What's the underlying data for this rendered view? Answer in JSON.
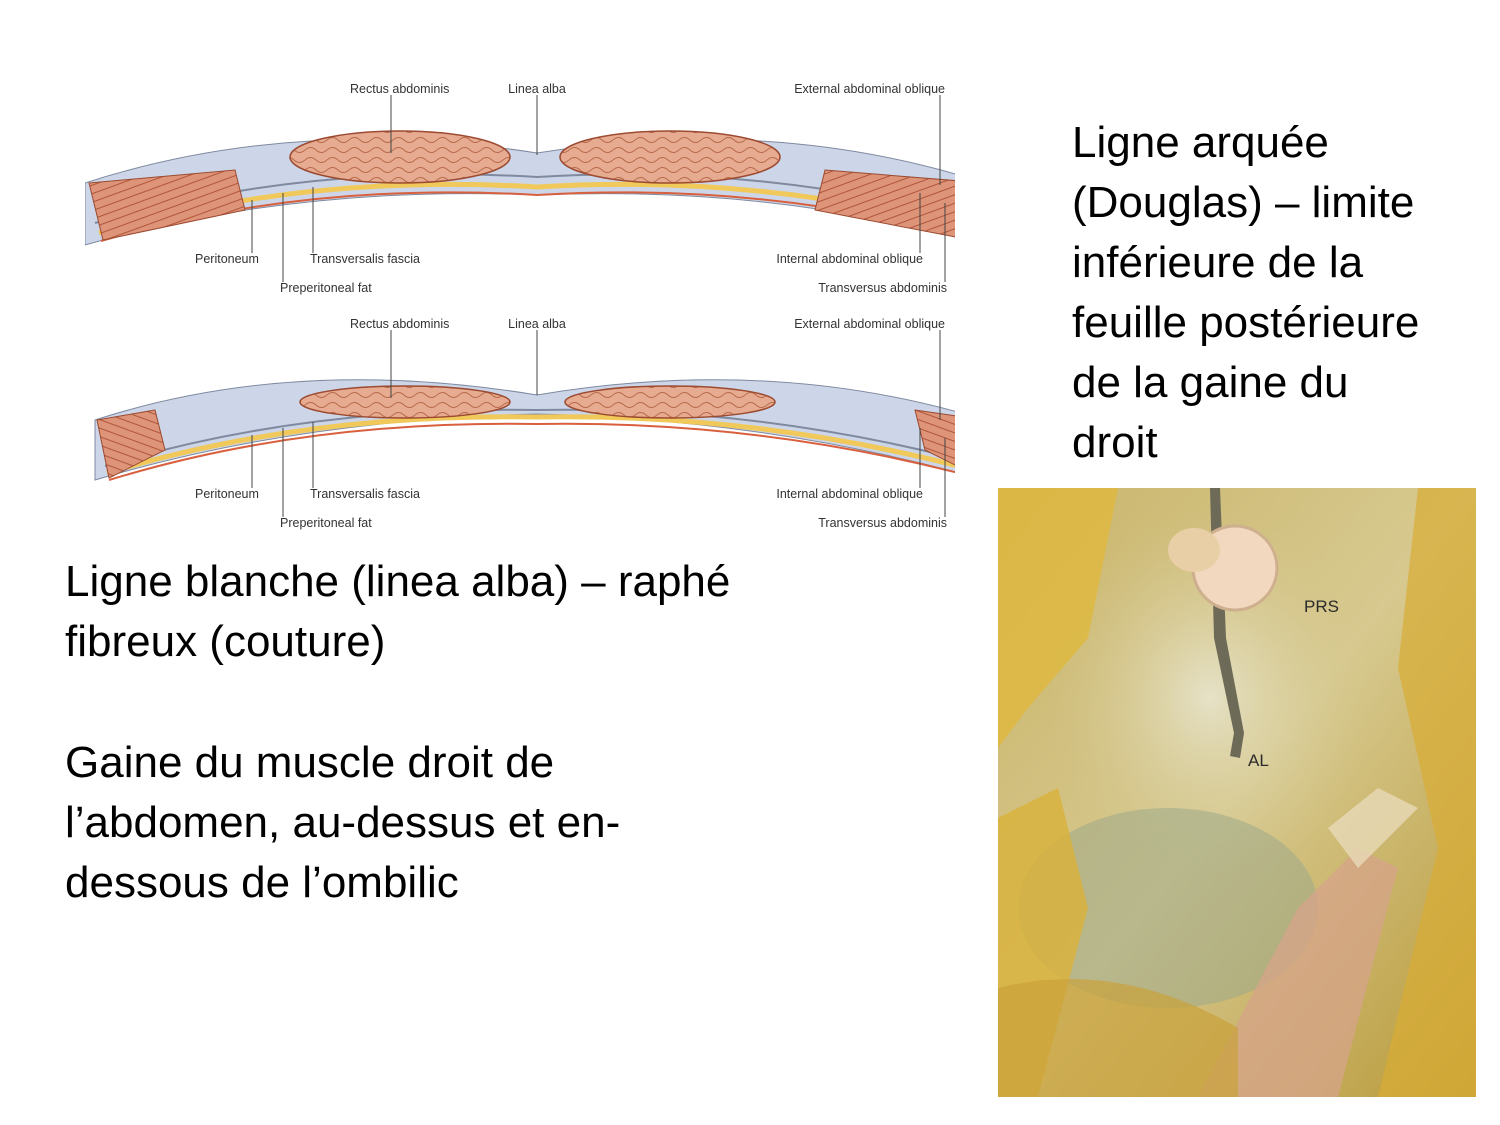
{
  "slide": {
    "text_right": "Ligne arquée\n(Douglas) – limite\ninférieure de la\nfeuille postérieure\nde la gaine du\ndroit",
    "text_left_1": "Ligne blanche (linea alba) – raphé\nfibreux (couture)",
    "text_left_2": "Gaine du muscle droit de\nl’abdomen, au-dessus et en-\ndessous de l’ombilic"
  },
  "diagram_top": {
    "rectus": "Rectus abdominis",
    "linea_alba": "Linea alba",
    "external_oblique": "External abdominal oblique",
    "peritoneum": "Peritoneum",
    "transversalis": "Transversalis fascia",
    "preperitoneal": "Preperitoneal fat",
    "internal_oblique": "Internal abdominal oblique",
    "transversus": "Transversus abdominis"
  },
  "diagram_bottom": {
    "rectus": "Rectus abdominis",
    "linea_alba": "Linea alba",
    "external_oblique": "External abdominal oblique",
    "peritoneum": "Peritoneum",
    "transversalis": "Transversalis fascia",
    "preperitoneal": "Preperitoneal fat",
    "internal_oblique": "Internal abdominal oblique",
    "transversus": "Transversus abdominis"
  },
  "photo": {
    "label_prs": "PRS",
    "label_al": "AL"
  },
  "colors": {
    "muscle": "#e3a88e",
    "muscle_line": "#b5583a",
    "fascia": "#c9d3e6",
    "fat_yellow": "#f0c95a",
    "peritoneum_red": "#d9603e",
    "photo_yellow": "#d9b23a"
  }
}
